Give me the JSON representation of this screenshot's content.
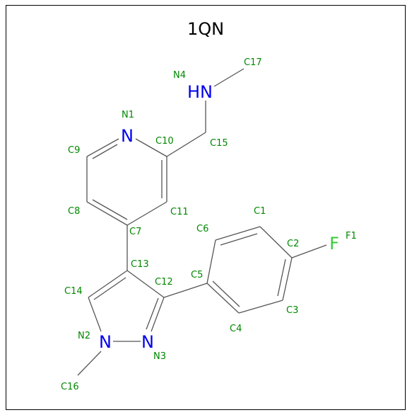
{
  "title": "1QN",
  "colors": {
    "carbon_label": "#008800",
    "nitrogen": "#0000ee",
    "fluorine": "#33cc33",
    "bond": "#555555",
    "frame": "#000000"
  },
  "elements": {
    "hn": "HN",
    "n1": "N",
    "n2": "N",
    "n3": "N",
    "f1": "F"
  },
  "atom_labels": {
    "n4": "N4",
    "c17": "C17",
    "n1": "N1",
    "c10": "C10",
    "c15": "C15",
    "c9": "C9",
    "c8": "C8",
    "c11": "C11",
    "c7": "C7",
    "c1": "C1",
    "c6": "C6",
    "c2": "C2",
    "f1": "F1",
    "c13": "C13",
    "c5": "C5",
    "c12": "C12",
    "c14": "C14",
    "c3": "C3",
    "c4": "C4",
    "n2": "N2",
    "n3": "N3",
    "c16": "C16"
  }
}
